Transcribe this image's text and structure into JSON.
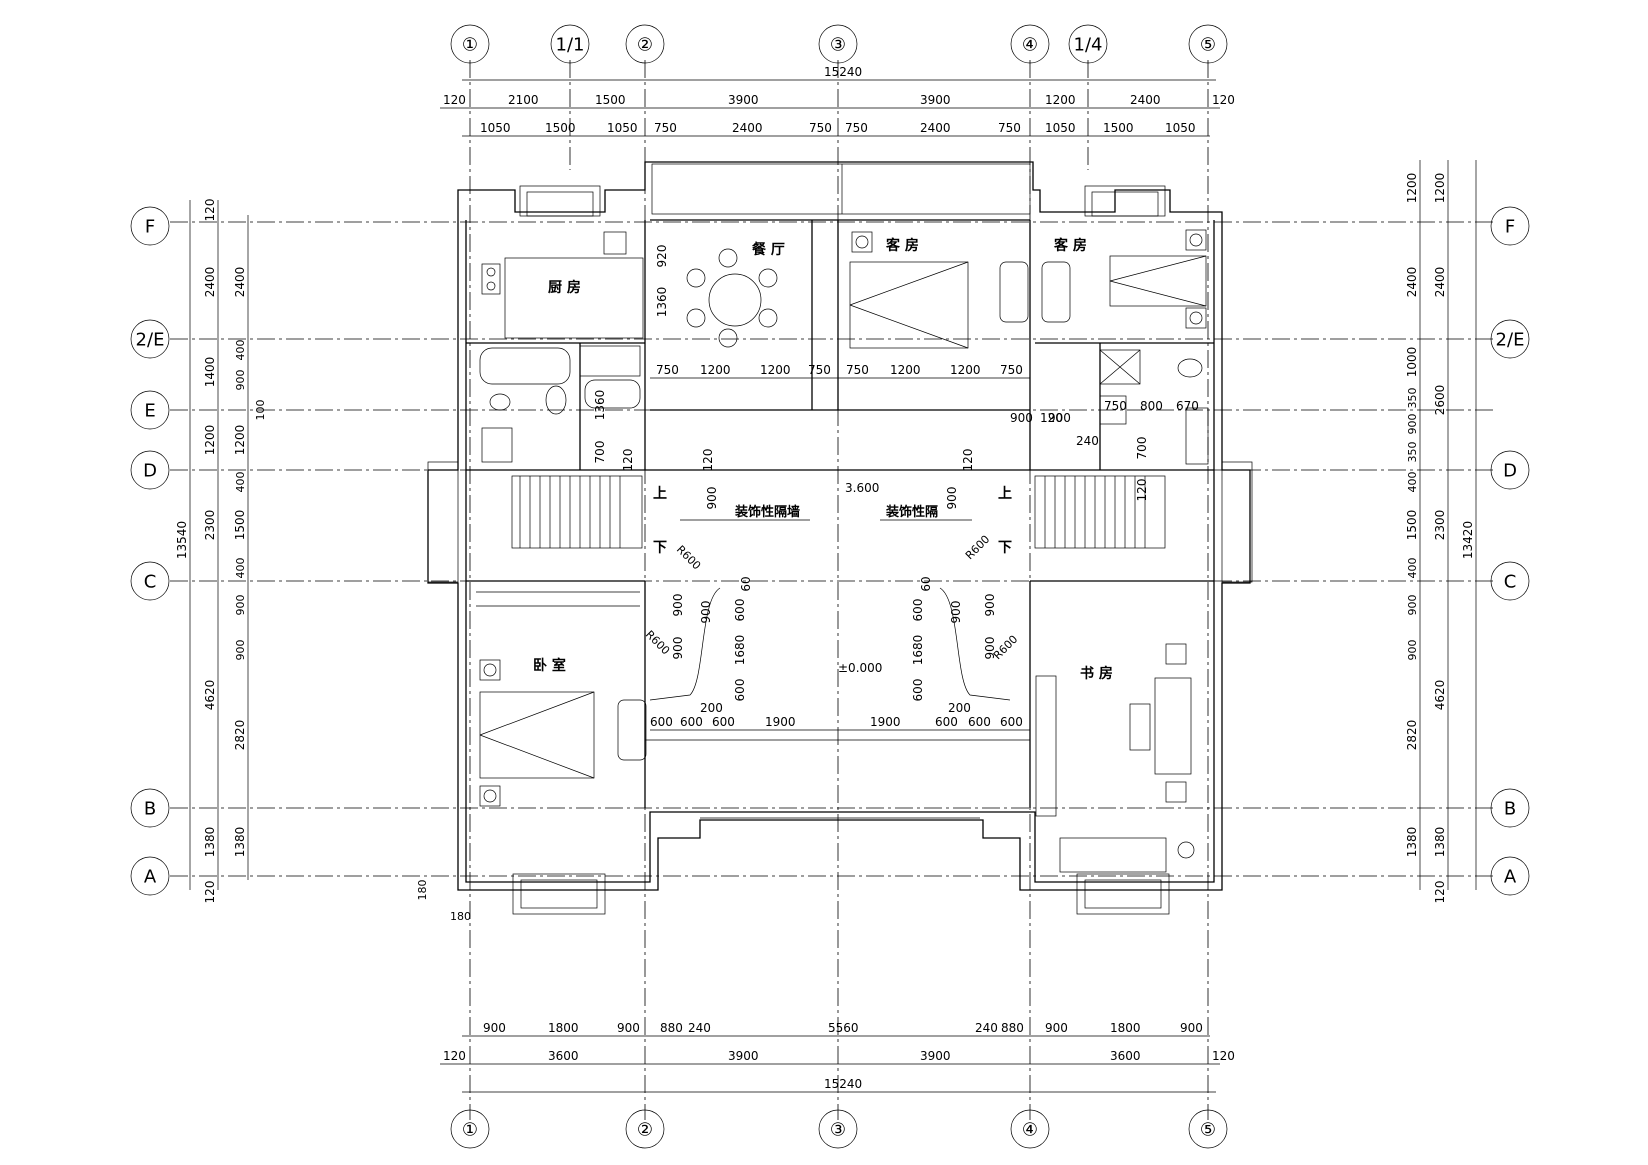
{
  "axes_top": [
    "①",
    "1/1",
    "②",
    "③",
    "④",
    "1/4",
    "⑤"
  ],
  "axes_bottom": [
    "①",
    "②",
    "③",
    "④",
    "⑤"
  ],
  "axes_side": [
    "F",
    "2/E",
    "E",
    "D",
    "C",
    "B",
    "A"
  ],
  "top_total": "15240",
  "top_row1": [
    "120",
    "2100",
    "1500",
    "3900",
    "3900",
    "1200",
    "2400",
    "120"
  ],
  "top_row2": [
    "1050",
    "1500",
    "1050",
    "750",
    "2400",
    "750",
    "750",
    "2400",
    "750",
    "1050",
    "1500",
    "1050"
  ],
  "bottom_total": "15240",
  "bottom_row1": [
    "900",
    "1800",
    "900",
    "880",
    "240",
    "5560",
    "240",
    "880",
    "900",
    "1800",
    "900"
  ],
  "bottom_row2": [
    "120",
    "3600",
    "3900",
    "3900",
    "3600",
    "120"
  ],
  "left_total": "13540",
  "left_outer": [
    "120",
    "2400",
    "1400",
    "1200",
    "2300",
    "4620",
    "1380",
    "120"
  ],
  "left_inner": [
    "2400",
    "400",
    "900",
    "1200",
    "400",
    "1500",
    "400",
    "900",
    "900",
    "2820",
    "1380"
  ],
  "left_misc": [
    "100",
    "180",
    "180"
  ],
  "right_total": "13420",
  "right_outer": [
    "1200",
    "2400",
    "2600",
    "2300",
    "4620",
    "1380",
    "120"
  ],
  "right_inner": [
    "1200",
    "2400",
    "1000",
    "350",
    "900",
    "350",
    "400",
    "1500",
    "400",
    "900",
    "900",
    "2820",
    "1380"
  ],
  "rooms": {
    "dining": "餐 厅",
    "guest1": "客 房",
    "guest2": "客 房",
    "kitchen": "厨 房",
    "bedroom": "卧 室",
    "study": "书 房"
  },
  "notes": {
    "partition1": "装饰性隔墙",
    "partition2": "装饰性隔",
    "level_upper": "3.600",
    "level_ground": "±0.000",
    "up": "上",
    "down": "下",
    "r600": "R600"
  },
  "inner_dims": {
    "upper_row": [
      "750",
      "1200",
      "1200",
      "750",
      "750",
      "1200",
      "1200",
      "750"
    ],
    "lower_row": [
      "600",
      "600",
      "600",
      "1900",
      "1900",
      "600",
      "600",
      "600"
    ],
    "misc": [
      "920",
      "1360",
      "1360",
      "700",
      "120",
      "120",
      "900",
      "120",
      "900",
      "240",
      "750",
      "800",
      "670",
      "700",
      "120",
      "900",
      "900",
      "120",
      "900",
      "900",
      "600",
      "600",
      "60",
      "60",
      "1680",
      "1680",
      "900",
      "900",
      "900",
      "900",
      "600",
      "600",
      "200",
      "200"
    ]
  }
}
